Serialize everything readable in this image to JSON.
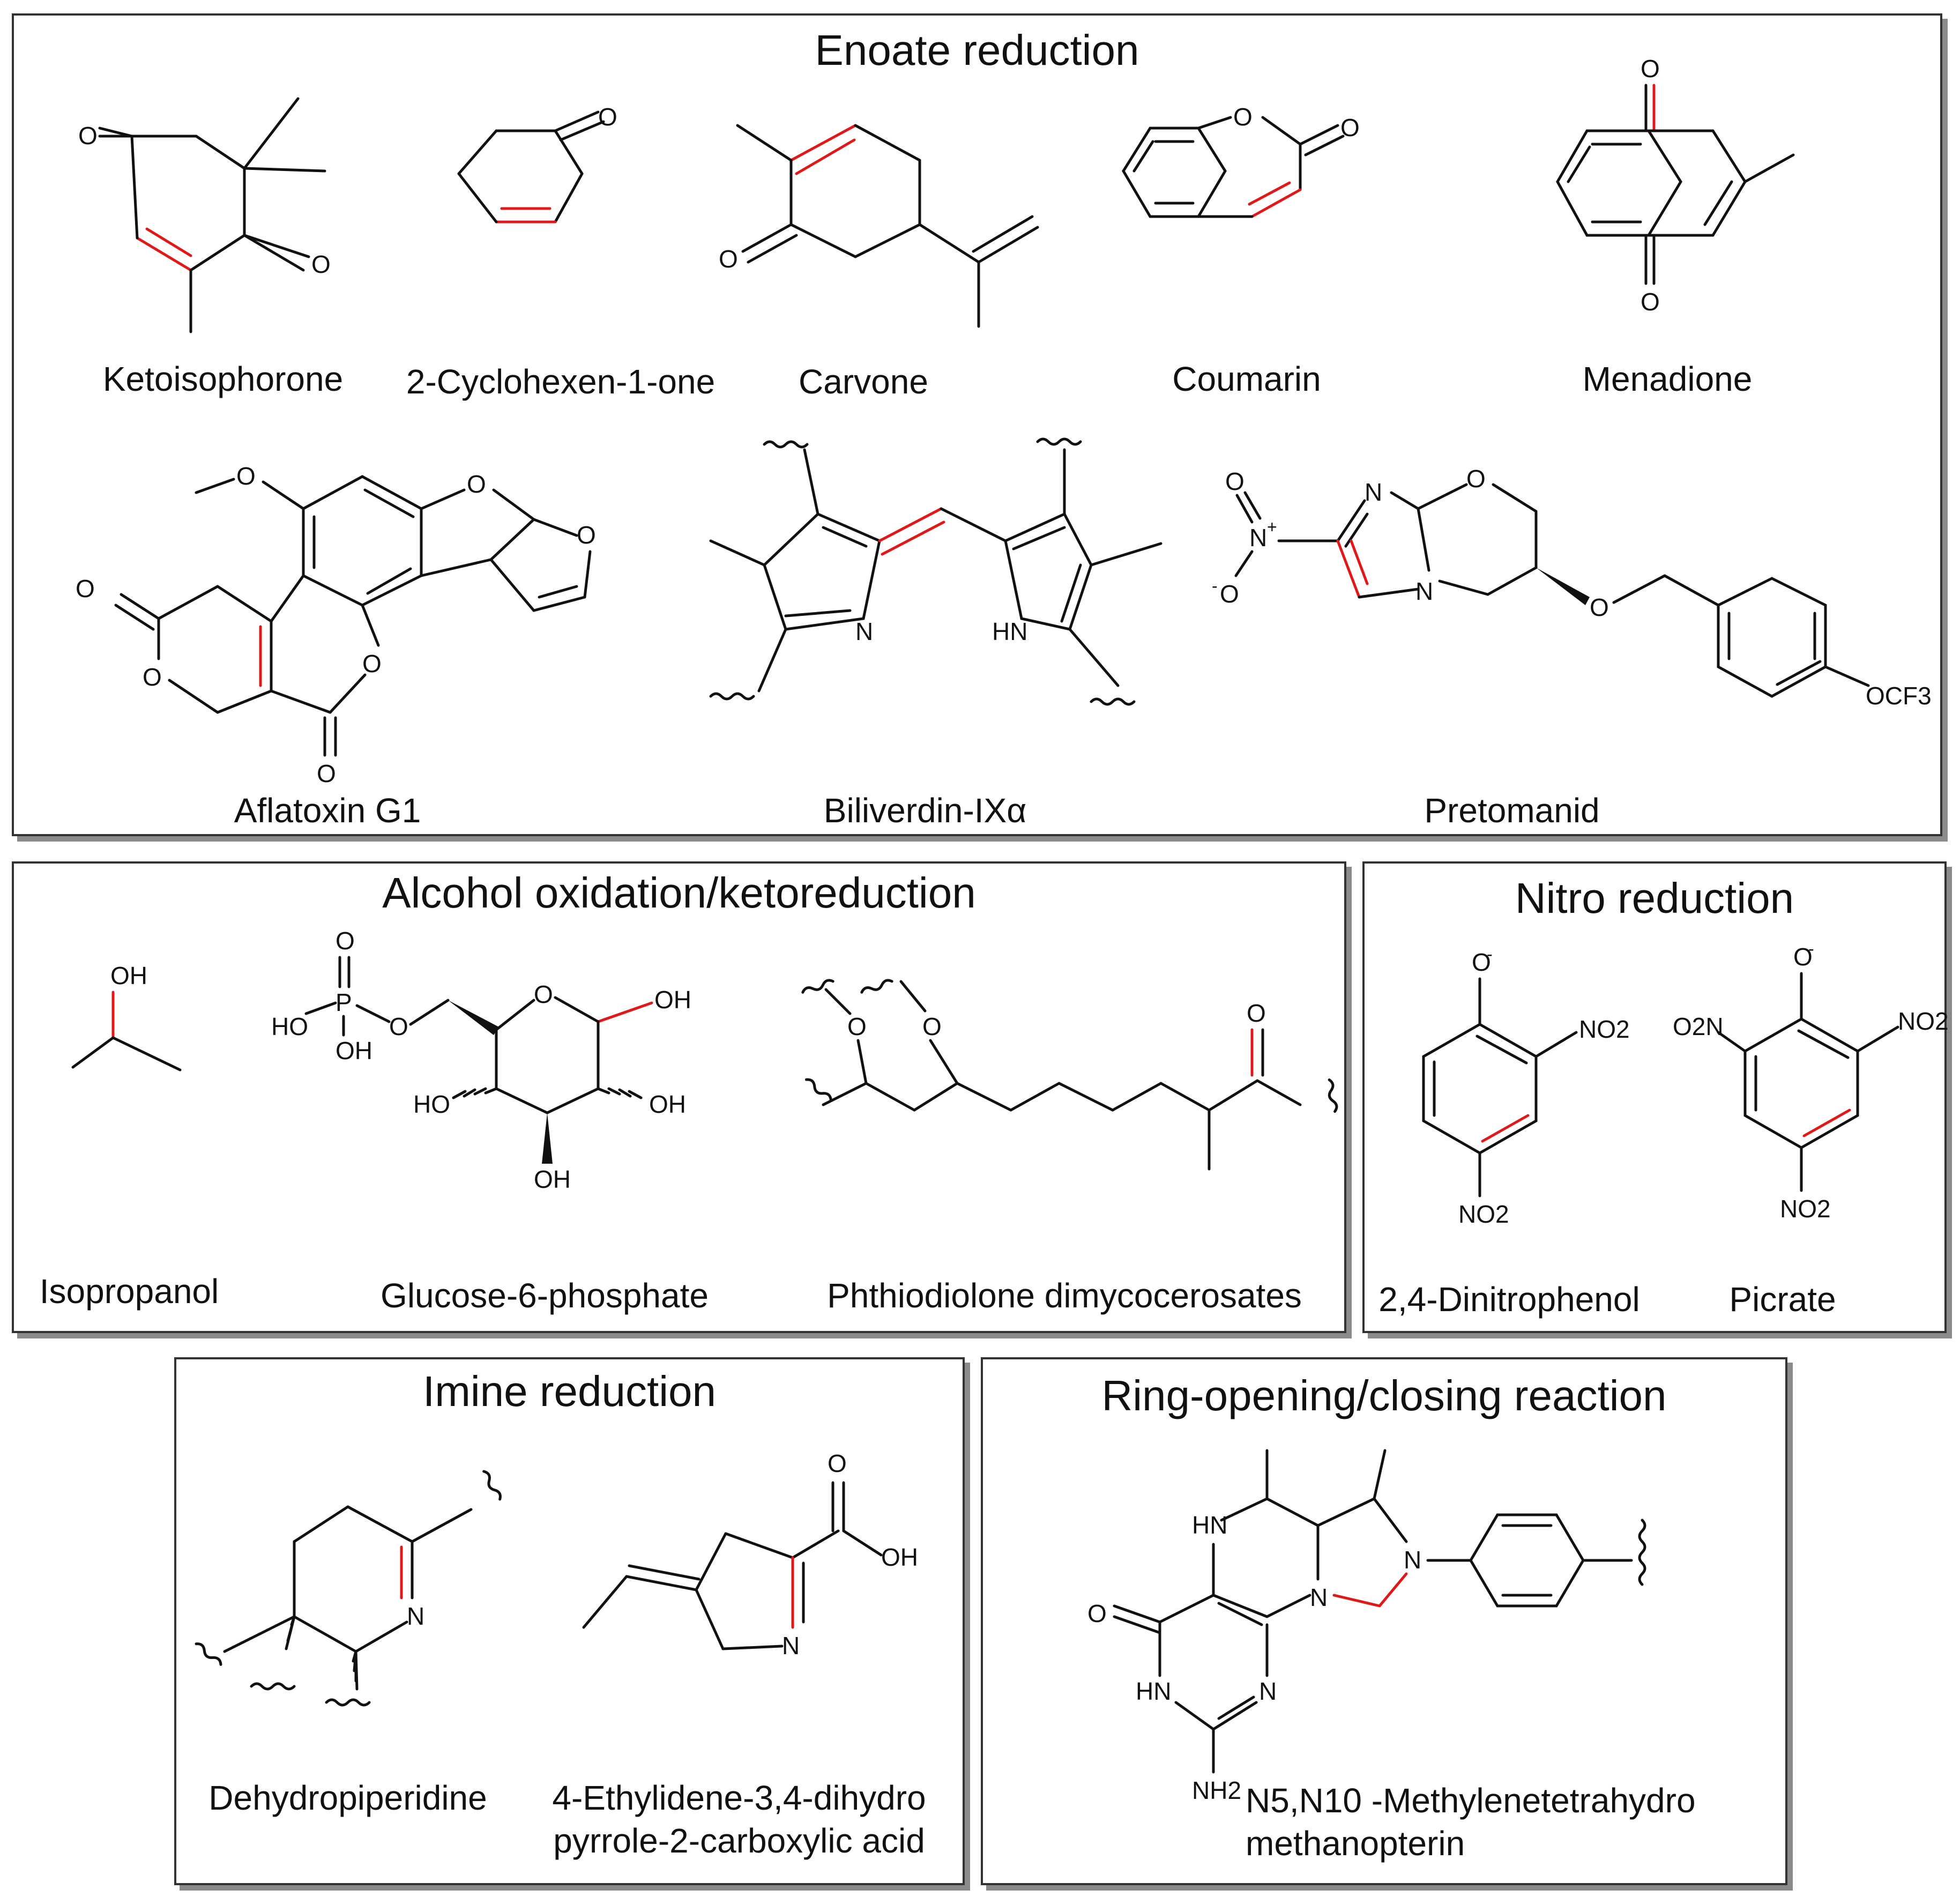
{
  "panels": {
    "enoate": {
      "title": "Enoate reduction",
      "compounds": [
        "Ketoisophorone",
        "2-Cyclohexen-1-one",
        "Carvone",
        "Coumarin",
        "Menadione",
        "Aflatoxin G1",
        "Biliverdin-IXα",
        "Pretomanid"
      ]
    },
    "alcohol": {
      "title": "Alcohol oxidation/ketoreduction",
      "compounds": [
        "Isopropanol",
        "Glucose-6-phosphate",
        "Phthiodiolone dimycocerosates"
      ]
    },
    "nitro": {
      "title": "Nitro reduction",
      "compounds": [
        "2,4-Dinitrophenol",
        "Picrate"
      ]
    },
    "imine": {
      "title": "Imine reduction",
      "compounds": [
        "Dehydropiperidine",
        "4-Ethylidene-3,4-dihydro",
        "pyrrole-2-carboxylic acid"
      ]
    },
    "ring": {
      "title": "Ring-opening/closing reaction",
      "compounds": [
        "N5,N10 -Methylenetetrahydro",
        "methanopterin"
      ]
    }
  },
  "atoms": {
    "O": "O",
    "N": "N",
    "HN": "HN",
    "OH": "OH",
    "HO": "HO",
    "P": "P",
    "Nplus": "N+",
    "Ominus": "-O",
    "OCF3": "OCF3",
    "NO2": "NO2",
    "O2N": "O2N",
    "Oneg": "O-",
    "NH2": "NH2"
  },
  "colors": {
    "highlight_bond": "#e01818",
    "bond": "#111111",
    "frame": "#333333",
    "shadow": "#8a8a8a"
  }
}
